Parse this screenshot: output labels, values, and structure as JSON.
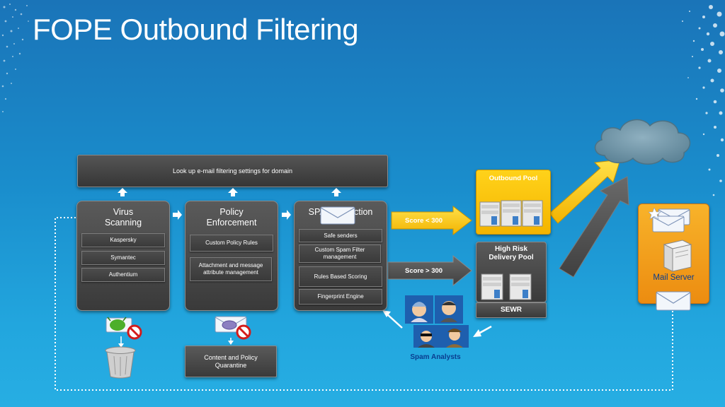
{
  "title": "FOPE Outbound Filtering",
  "lookup_bar": "Look up e-mail filtering settings for domain",
  "columns": [
    {
      "title": "Virus\nScanning",
      "items": [
        "Kaspersky",
        "Symantec",
        "Authentium"
      ]
    },
    {
      "title": "Policy\nEnforcement",
      "items": [
        "Custom Policy Rules",
        "Attachment and message attribute management"
      ]
    },
    {
      "title": "SPAM Detection",
      "items": [
        "Safe senders",
        "Custom Spam Filter management",
        "Rules Based Scoring",
        "Fingerprint Engine"
      ]
    }
  ],
  "quarantine": "Content and Policy Quarantine",
  "score_low": "Score < 300",
  "score_high": "Score > 300",
  "outbound_pool": "Outbound Pool",
  "high_risk_pool": "High Risk Delivery Pool",
  "sewr": "SEWR",
  "spam_analysts": "Spam Analysts",
  "mail_server": "Mail Server",
  "icons": {
    "virus": "virus-bug-icon",
    "trash": "trash-can-icon",
    "script": "vbs-script-icon",
    "cloud": "internet-cloud-icon",
    "envelope": "envelope-icon",
    "server": "server-icon"
  },
  "colors": {
    "background": "#1a8dcc",
    "box": "#444444",
    "outbound_pool": "#f4b400",
    "mail_server": "#ec8c10",
    "accent_text": "#0a3d8f"
  }
}
